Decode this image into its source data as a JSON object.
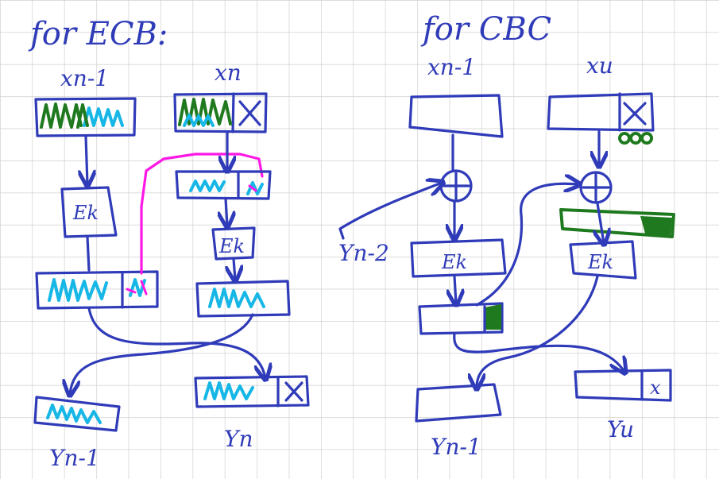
{
  "colors": {
    "ink": "#2f3bb8",
    "grid": "#d0d0d0",
    "cyan": "#16b7e6",
    "green": "#1f7a1f",
    "magenta": "#ff17e6"
  },
  "ecb": {
    "title": "for ECB:",
    "x_prev": "xn-1",
    "x_last": "xn",
    "enc_left": "Ek",
    "enc_right": "Ek",
    "pad_mark": "X",
    "y_prev": "Yn-1",
    "y_last": "Yn"
  },
  "cbc": {
    "title": "for CBC",
    "x_prev": "xn-1",
    "x_last": "xu",
    "iv_label": "Yn-2",
    "enc_left": "Ek",
    "enc_right": "Ek",
    "pad_mark": "X",
    "zeros": "000",
    "y_prev": "Yn-1",
    "y_last": "Yu",
    "y_last_mark": "x"
  }
}
